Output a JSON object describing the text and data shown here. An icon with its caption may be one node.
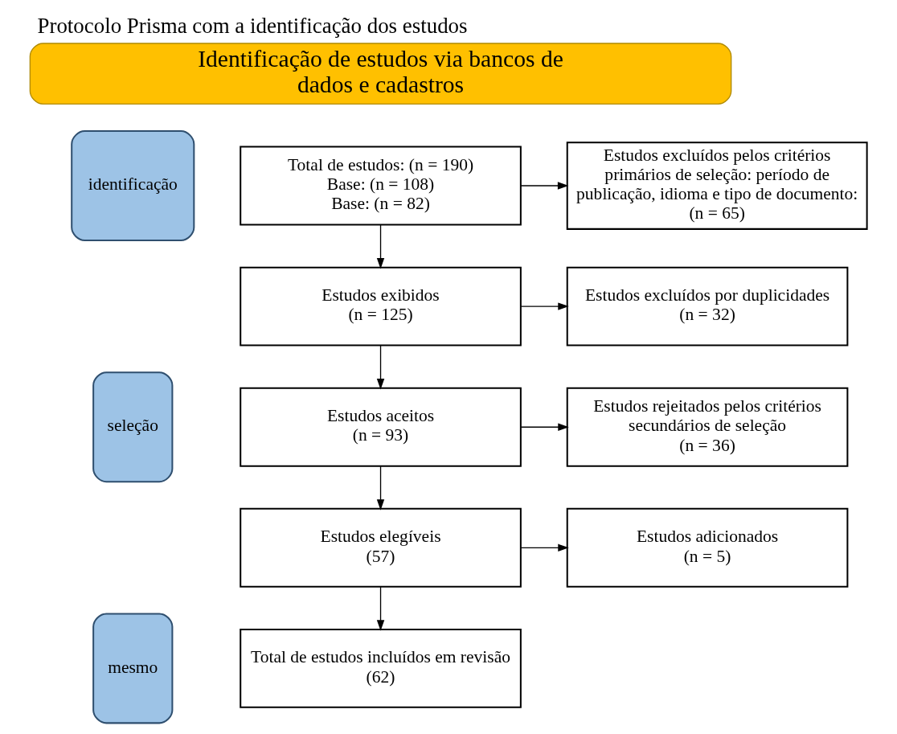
{
  "diagram": {
    "title": "Protocolo Prisma com a identificação dos estudos",
    "nodes": [
      {
        "text": [
          "Identificação de estudos via bancos de dados e cadastros"
        ]
      },
      {
        "text": [
          "identificação"
        ]
      },
      {
        "text": [
          "Total de estudos: (n = 190)",
          "Base: (n = 108)",
          "Base: (n = 82)"
        ]
      },
      {
        "text": [
          "Estudos excluídos pelos critérios primários de seleção: período de publicação, idioma e tipo de documento:",
          "(n = 65)"
        ]
      },
      {
        "text": [
          "seleção"
        ]
      },
      {
        "text": [
          "Estudos exibidos",
          "(n = 125)"
        ]
      },
      {
        "text": [
          "Estudos excluídos por duplicidades",
          "(n = 32)"
        ]
      },
      {
        "text": [
          "Estudos aceitos",
          "(n = 93)"
        ]
      },
      {
        "text": [
          "Estudos rejeitados pelos critérios secundários de seleção",
          "(n = 36)"
        ]
      },
      {
        "text": [
          "Estudos elegíveis",
          "(57)"
        ]
      },
      {
        "text": [
          "Estudos adicionados",
          "(n = 5)"
        ]
      },
      {
        "text": [
          "mesmo"
        ]
      },
      {
        "text": [
          "Total de estudos incluídos em revisão",
          "(62)"
        ]
      }
    ],
    "edges": [
      {
        "from": 2,
        "to": 3,
        "arrow": "to"
      },
      {
        "from": 2,
        "to": 5,
        "arrow": "to"
      },
      {
        "from": 5,
        "to": 6,
        "arrow": "to"
      },
      {
        "from": 5,
        "to": 7,
        "arrow": "to"
      },
      {
        "from": 7,
        "to": 8,
        "arrow": "to"
      },
      {
        "from": 7,
        "to": 9,
        "arrow": "to"
      },
      {
        "from": 9,
        "to": 10,
        "arrow": "to"
      },
      {
        "from": 9,
        "to": 12,
        "arrow": "to"
      }
    ]
  }
}
